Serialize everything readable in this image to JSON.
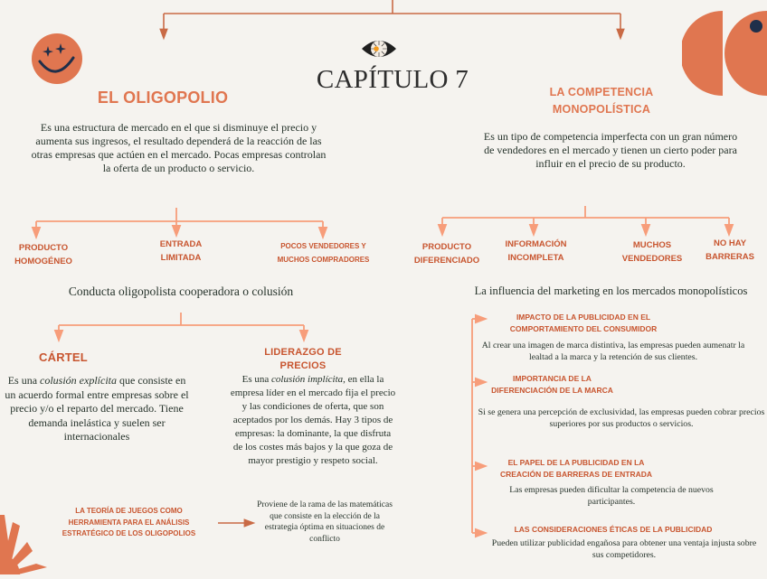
{
  "title": "CAPÍTULO 7",
  "colors": {
    "background": "#f5f3ef",
    "accent": "#e07650",
    "accent_dark": "#c8552f",
    "connector_dark": "#c96a45",
    "connector_light": "#f79d7a",
    "navy": "#1f2f4a",
    "text": "#26332b"
  },
  "icons": {
    "top_left": "smiley-star-eyes-icon",
    "top_center": "eye-daisy-icon",
    "top_right": "half-circles-icon",
    "bottom_left": "sunburst-icon"
  },
  "oligopolio": {
    "heading": "EL OLIGOPOLIO",
    "description": "Es una estructura de mercado en el que si disminuye el precio y aumenta sus ingresos, el resultado dependerá de la reacción de las otras empresas que actúen en el mercado. Pocas empresas controlan la oferta de un producto o servicio.",
    "characteristics": [
      {
        "line1": "PRODUCTO",
        "line2": "HOMOGÉNEO"
      },
      {
        "line1": "ENTRADA",
        "line2": "LIMITADA"
      },
      {
        "line1": "POCOS VENDEDORES Y",
        "line2": "MUCHOS COMPRADORES"
      }
    ],
    "behavior_title": "Conducta oligopolista cooperadora o colusión",
    "cartel": {
      "heading": "CÁRTEL",
      "text_before": "Es una ",
      "text_italic": "colusión explícita",
      "text_after": " que consiste en un acuerdo formal entre empresas sobre el precio y/o el reparto del mercado. Tiene demanda inelástica y suelen ser internacionales"
    },
    "liderazgo": {
      "heading_line1": "LIDERAZGO DE",
      "heading_line2": "PRECIOS",
      "text_before": "Es una ",
      "text_italic": "colusión implícita",
      "text_after": ", en ella la empresa líder en el mercado fija el precio y las condiciones de oferta, que son aceptados por los demás. Hay 3 tipos de empresas: la dominante, la que disfruta de los costes más bajos y la que goza de mayor prestigio y respeto social."
    },
    "game_theory": {
      "heading_line1": "LA TEORÍA DE JUEGOS COMO",
      "heading_line2": "HERRAMIENTA PARA EL ANÁLISIS",
      "heading_line3": "ESTRATÉGICO DE LOS OLIGOPOLIOS",
      "description": "Proviene de la rama de las matemáticas que consiste en la elección de la estrategia óptima en situaciones de conflicto"
    }
  },
  "competencia": {
    "heading_line1": "LA COMPETENCIA",
    "heading_line2": "MONOPOLÍSTICA",
    "description": "Es un tipo de competencia imperfecta con un gran número de vendedores en el mercado y tienen un cierto poder para influir en el precio de su producto.",
    "characteristics": [
      {
        "line1": "PRODUCTO",
        "line2": "DIFERENCIADO"
      },
      {
        "line1": "INFORMACIÓN",
        "line2": "INCOMPLETA"
      },
      {
        "line1": "MUCHOS",
        "line2": "VENDEDORES"
      },
      {
        "line1": "NO HAY",
        "line2": "BARRERAS"
      }
    ],
    "marketing_title": "La influencia del marketing en los mercados monopolísticos",
    "marketing_items": [
      {
        "heading_line1": "IMPACTO DE LA PUBLICIDAD EN EL",
        "heading_line2": "COMPORTAMIENTO DEL CONSUMIDOR",
        "text": "Al crear una imagen de marca distintiva, las empresas pueden aumenatr la lealtad a la marca y la retención de sus clientes."
      },
      {
        "heading_line1": "IMPORTANCIA DE LA",
        "heading_line2": "DIFERENCIACIÓN DE LA MARCA",
        "text": "Si se genera una percepción de exclusividad, las empresas pueden cobrar precios superiores por sus productos o servicios."
      },
      {
        "heading_line1": "EL PAPEL DE LA PUBLICIDAD EN LA",
        "heading_line2": "CREACIÓN DE BARRERAS DE ENTRADA",
        "text": "Las empresas pueden dificultar la competencia de nuevos participantes."
      },
      {
        "heading_line1": "LAS CONSIDERACIONES ÉTICAS DE LA PUBLICIDAD",
        "heading_line2": "",
        "text": "Pueden utilizar publicidad engañosa para obtener una ventaja injusta sobre sus competidores."
      }
    ]
  }
}
